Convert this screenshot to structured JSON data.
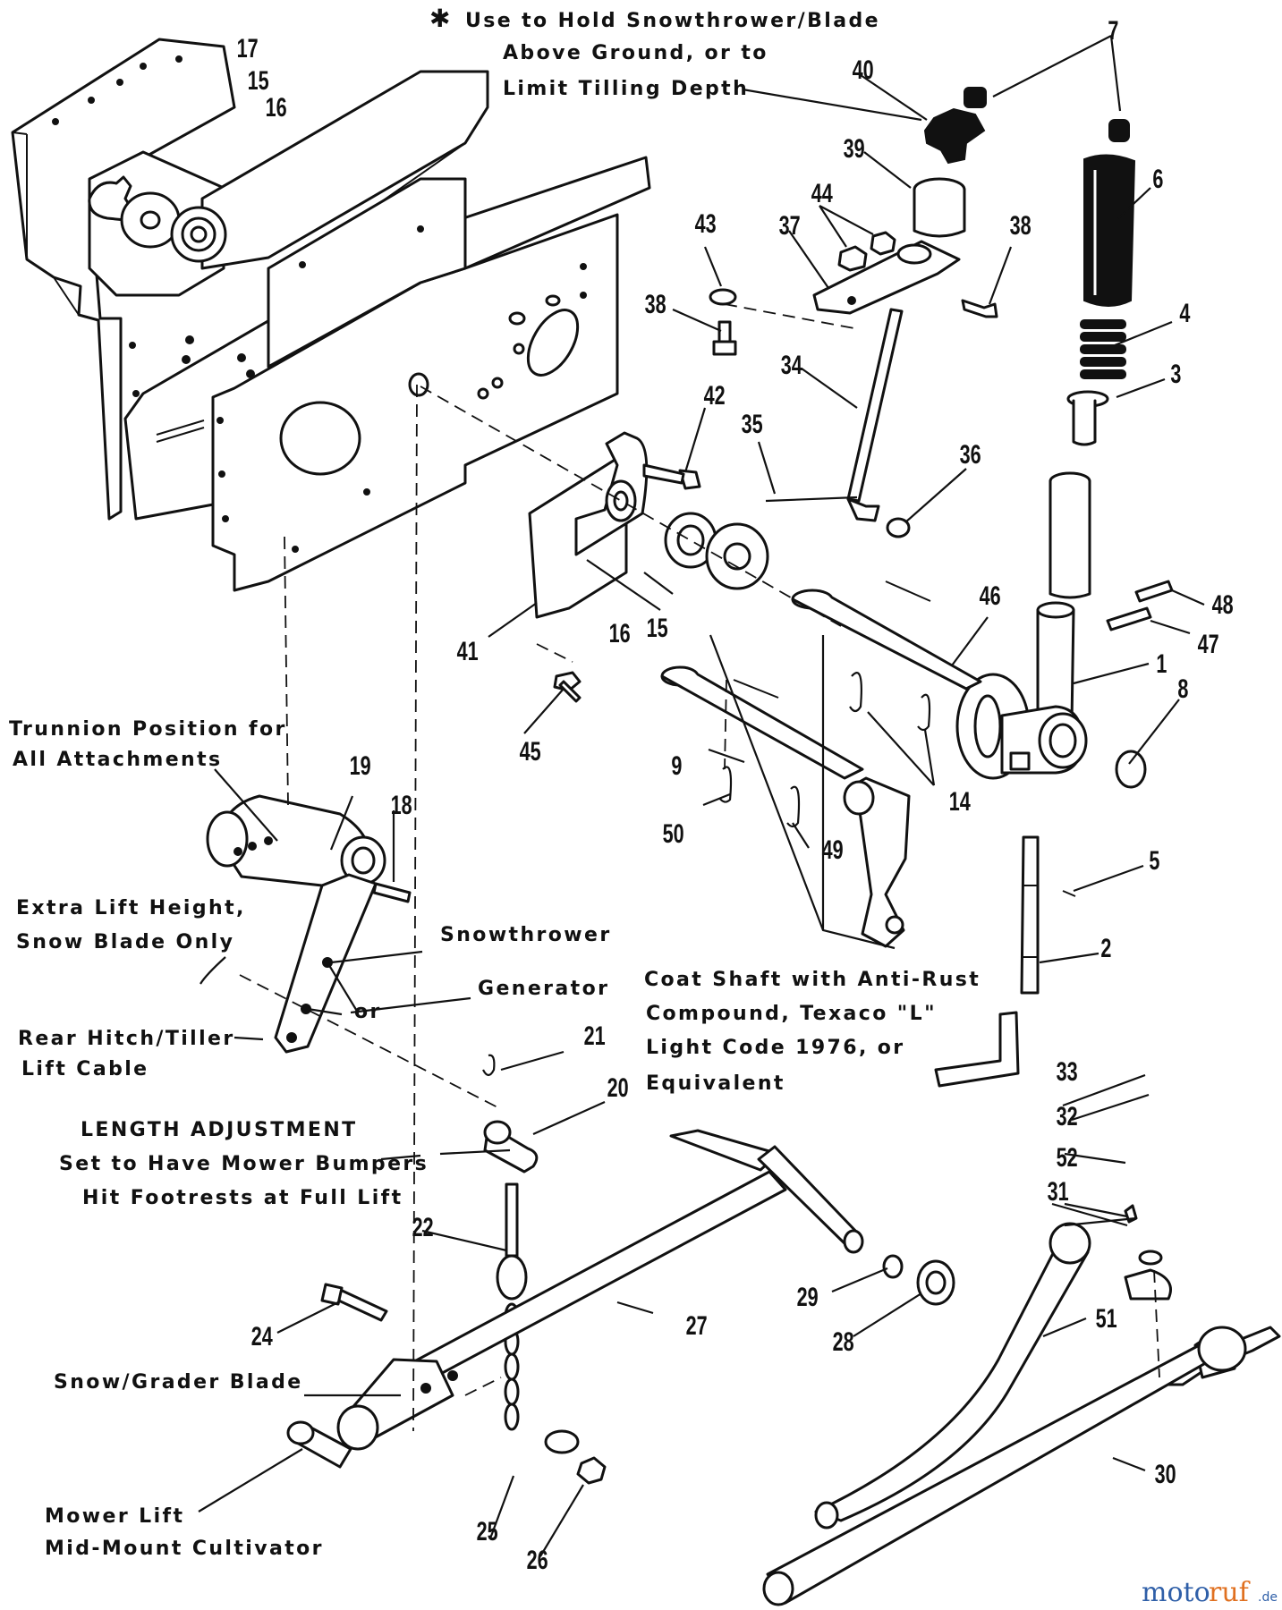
{
  "notes": {
    "asterisk": "✱",
    "hold_line1": "Use to Hold Snowthrower/Blade",
    "hold_line2": "Above Ground, or to",
    "hold_line3": "Limit Tilling Depth",
    "trunnion_line1": "Trunnion Position for",
    "trunnion_line2": "All Attachments",
    "extra_line1": "Extra Lift Height,",
    "extra_line2": "Snow Blade Only",
    "snowthrower": "Snowthrower",
    "generator": "Generator",
    "or": "or",
    "rear_line1": "Rear Hitch/Tiller",
    "rear_line2": "Lift Cable",
    "length_line1": "LENGTH ADJUSTMENT",
    "length_line2": "Set to Have Mower Bumpers",
    "length_line3": "Hit Footrests at Full Lift",
    "coat_line1": "Coat Shaft with Anti-Rust",
    "coat_line2": "Compound, Texaco \"L\"",
    "coat_line3": "Light Code 1976, or",
    "coat_line4": "Equivalent",
    "snow_grader": "Snow/Grader Blade",
    "mower_line1": "Mower Lift",
    "mower_line2": "Mid-Mount Cultivator"
  },
  "callouts": [
    "1",
    "2",
    "3",
    "4",
    "5",
    "6",
    "7",
    "8",
    "9",
    "14",
    "15",
    "15",
    "16",
    "16",
    "17",
    "18",
    "19",
    "20",
    "21",
    "22",
    "24",
    "25",
    "26",
    "27",
    "28",
    "29",
    "30",
    "31",
    "32",
    "33",
    "34",
    "35",
    "36",
    "37",
    "38",
    "38",
    "39",
    "40",
    "41",
    "42",
    "43",
    "44",
    "45",
    "46",
    "47",
    "48",
    "49",
    "50",
    "51",
    "52"
  ],
  "watermark": {
    "part1": "moto",
    "part2": "ruf",
    "suffix": ".de"
  }
}
